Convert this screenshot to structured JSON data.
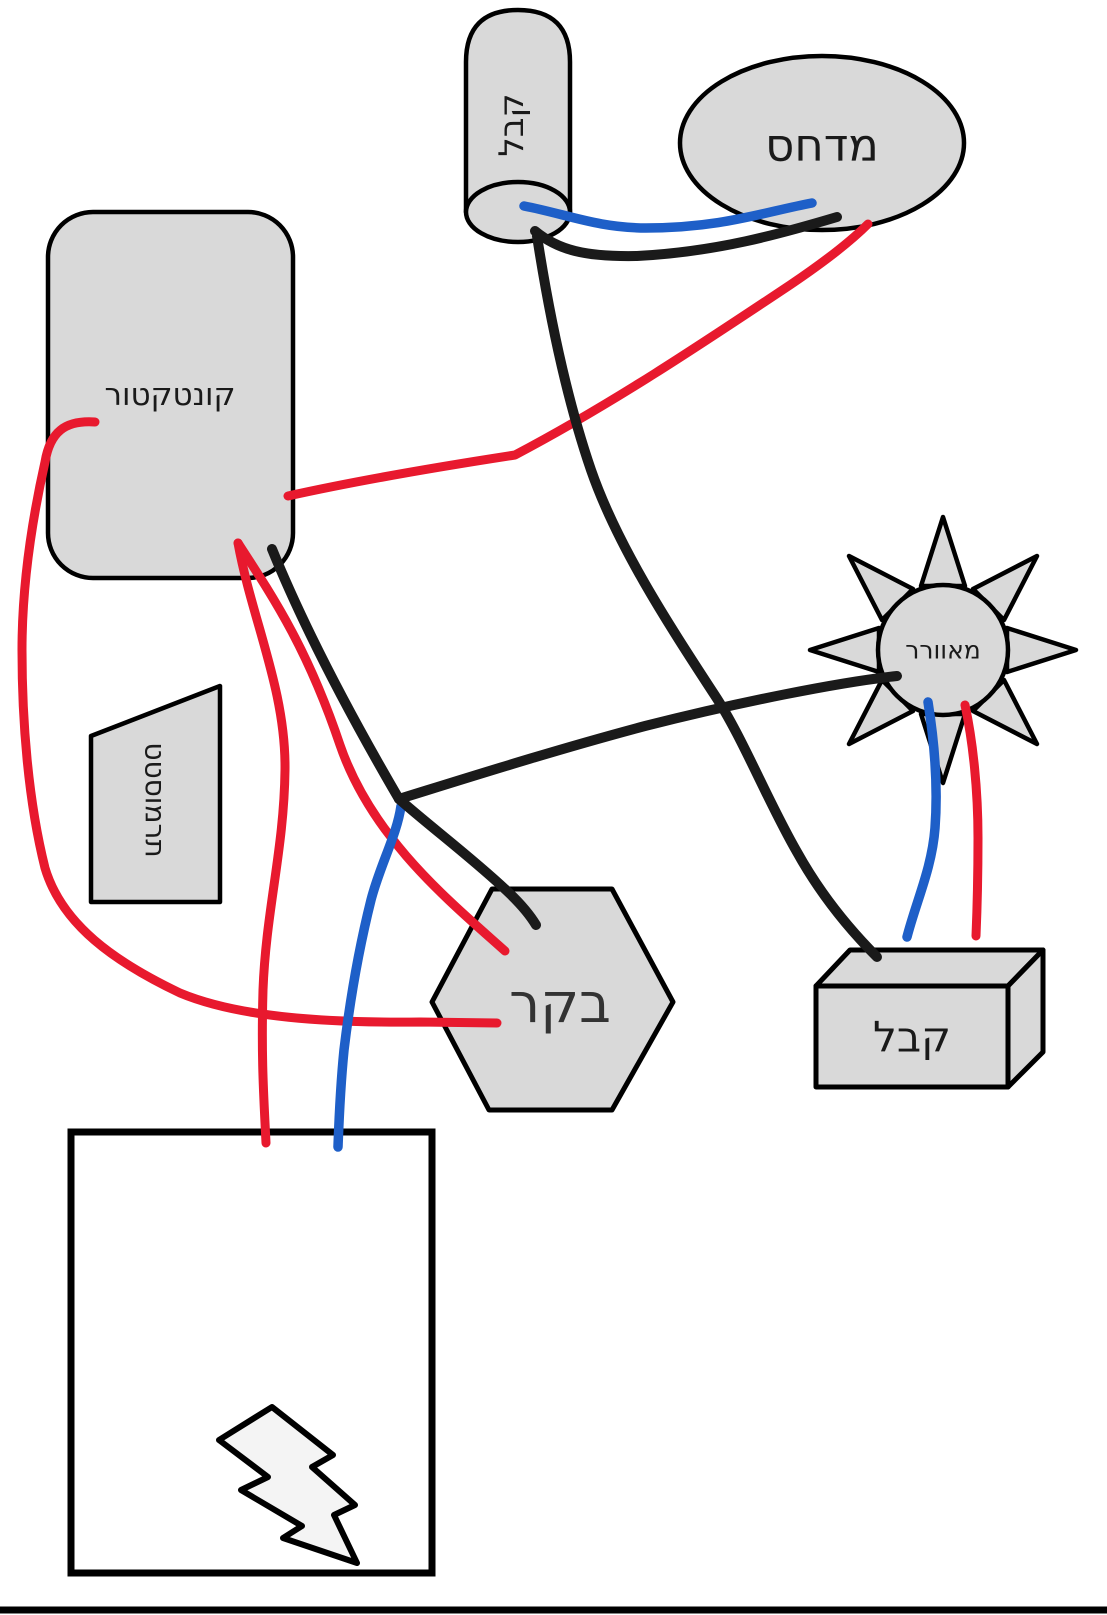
{
  "diagram": {
    "kind": "hand-drawn wiring diagram (Hebrew, air-conditioner components)",
    "nodes": {
      "cylinder_capacitor": {
        "label": "קבל",
        "shape": "cylinder",
        "label_rotation": -90
      },
      "compressor": {
        "label": "מדחס",
        "shape": "ellipse",
        "label_rotation": 0
      },
      "contactor": {
        "label": "קונטקטור",
        "shape": "rounded-rectangle",
        "label_rotation": 0
      },
      "fan": {
        "label": "מאוורר",
        "shape": "sun-with-rays",
        "label_rotation": 0
      },
      "thermostat": {
        "label": "תרמוסטט",
        "shape": "trapezoid",
        "label_rotation": 90
      },
      "controller": {
        "label": "בקר",
        "shape": "hexagon",
        "label_rotation": 0
      },
      "box_capacitor": {
        "label": "קבל",
        "shape": "3d-box",
        "label_rotation": 0
      },
      "power_source": {
        "label": "",
        "shape": "rectangle",
        "icon": "lightning-bolt-icon"
      }
    },
    "wires": [
      {
        "color": "blue",
        "from": "cylinder_capacitor",
        "to": "compressor"
      },
      {
        "color": "black",
        "from": "cylinder_capacitor",
        "to": "compressor"
      },
      {
        "color": "black",
        "from": "cylinder_capacitor",
        "to": "box_capacitor"
      },
      {
        "color": "red",
        "from": "contactor",
        "to": "compressor"
      },
      {
        "color": "red",
        "from": "contactor",
        "to": "controller"
      },
      {
        "color": "red",
        "from": "contactor",
        "to": "controller"
      },
      {
        "color": "red",
        "from": "contactor",
        "to": "power_source"
      },
      {
        "color": "black",
        "from": "contactor",
        "to": "junction"
      },
      {
        "color": "black",
        "from": "junction",
        "to": "fan"
      },
      {
        "color": "black",
        "from": "junction",
        "to": "controller"
      },
      {
        "color": "blue",
        "from": "junction",
        "to": "power_source"
      },
      {
        "color": "blue",
        "from": "fan",
        "to": "box_capacitor"
      },
      {
        "color": "red",
        "from": "fan",
        "to": "box_capacitor"
      }
    ],
    "colors": {
      "wire_red": "#e8192e",
      "wire_blue": "#1e5fc8",
      "wire_black": "#1a1a1a",
      "shape_fill": "#d9d9d9",
      "shape_stroke": "#000000",
      "bolt_fill": "#f4f4f4",
      "background": "#ffffff"
    }
  }
}
